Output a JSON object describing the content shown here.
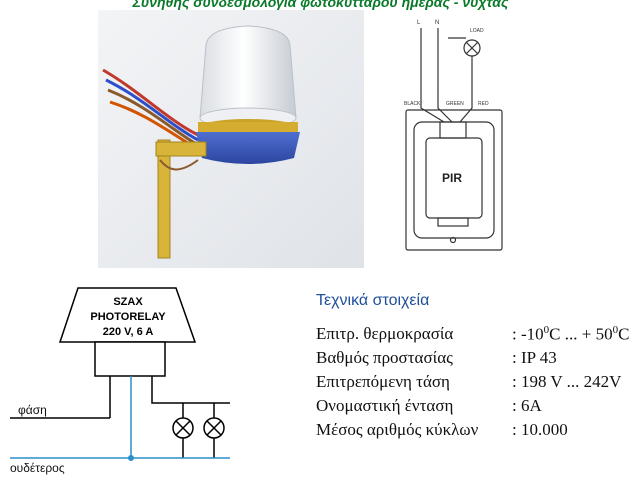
{
  "title": "Συνήθης συνδεσμολογία φωτοκύτταρου ημέρας - νύχτας",
  "wiring_diagram": {
    "l_label": "L",
    "n_label": "N",
    "load_label": "LOAD",
    "black_label": "BLACK",
    "green_label": "GREEN",
    "red_label": "RED",
    "pir_label": "PIR"
  },
  "circuit": {
    "device_line1": "SZAX",
    "device_line2": "PHOTORELAY",
    "device_line3": "220 V,  6 A",
    "phase_label": "φάση",
    "neutral_label": "ουδέτερος"
  },
  "specs": {
    "heading": "Τεχνικά στοιχεία",
    "rows": [
      {
        "label": "Επιτρ. θερμοκρασία",
        "value_pre": ": -10",
        "value_sup1": "0",
        "value_mid": "C ... + 50",
        "value_sup2": "0",
        "value_post": "C"
      },
      {
        "label": "Βαθμός προστασίας",
        "value": ": IP 43"
      },
      {
        "label": "Επιτρεπόμενη τάση",
        "value": ": 198 V ... 242V"
      },
      {
        "label": "Ονομαστική ένταση",
        "value": ": 6A"
      },
      {
        "label": "Μέσος αριθμός κύκλων",
        "value": ": 10.000"
      }
    ]
  }
}
